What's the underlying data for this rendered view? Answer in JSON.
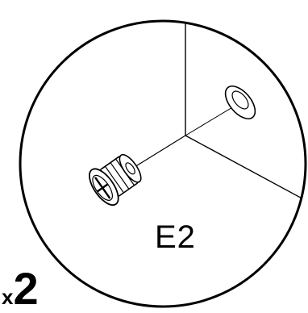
{
  "part_id": "E2",
  "quantity": {
    "prefix": "x",
    "count": "2"
  },
  "icons": {
    "fitting": "cam-dowel-icon",
    "hole": "hole-icon"
  },
  "colors": {
    "stroke": "#000000",
    "background": "#ffffff"
  }
}
